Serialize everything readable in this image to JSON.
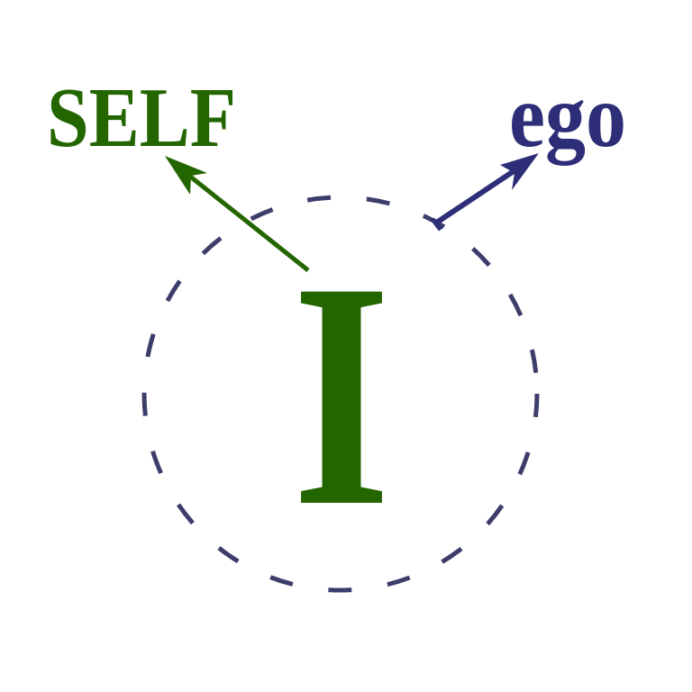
{
  "labels": {
    "center": "I",
    "self": "SELF",
    "ego": "ego"
  },
  "colors": {
    "green": "#236600",
    "blue": "#2d2d78",
    "circle": "#3d3d6b"
  }
}
